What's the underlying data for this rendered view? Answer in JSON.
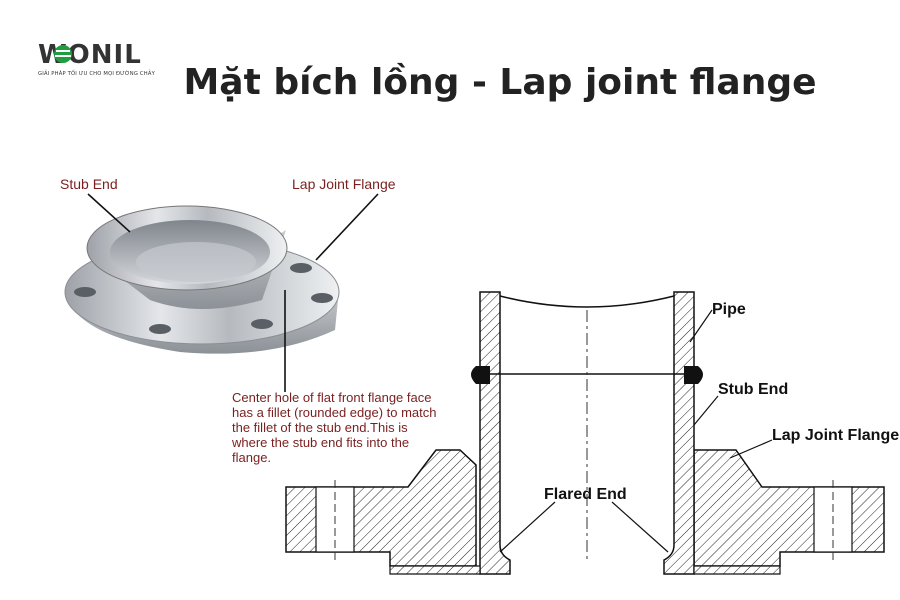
{
  "brand": {
    "logo_text": "WONIL",
    "tagline": "GIẢI PHÁP TỐI ƯU CHO MỌI ĐƯỜNG CHẢY",
    "accent_color": "#1e9e3e"
  },
  "title": "Mặt bích lồng - Lap joint flange",
  "photo": {
    "label_stub_end": "Stub End",
    "label_lap_joint_flange": "Lap Joint Flange",
    "note": "Center hole of flat front flange face has a fillet (rounded edge) to match the fillet of the stub end.This is where the stub end fits into the flange.",
    "note_color": "#7a1f1f"
  },
  "section": {
    "label_pipe": "Pipe",
    "label_stub_end": "Stub End",
    "label_lap_joint_flange": "Lap Joint Flange",
    "label_flared_end": "Flared End"
  }
}
